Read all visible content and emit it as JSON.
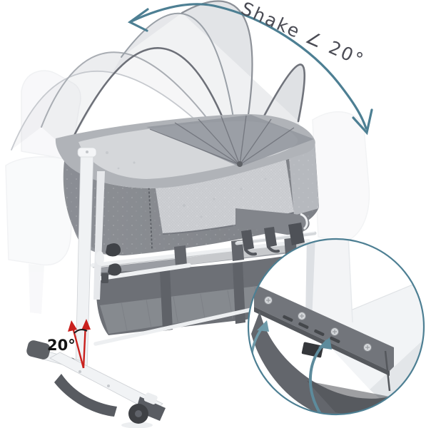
{
  "meta": {
    "description": "Product illustration of a grey bedside bassinet / baby crib demonstrating its 20-degree rocking (shake) function",
    "background": "#ffffff"
  },
  "annotations": {
    "shake_label": "Shake ∠ 20°",
    "tilt_angle_label": "20°",
    "top_arrow": "curved-double-headed-swing-arrow",
    "bottom_left_indicator": "red-arrows-tilt-angle-20-degrees",
    "inset_caption": "magnified-rocker-base-detail"
  },
  "colors": {
    "teal": "#4d7f93",
    "teal_light": "#6e9aa9",
    "red": "#c9201d",
    "label_dark": "#4a4b54",
    "angle_black": "#141414",
    "fabric_grey": "#85888e",
    "fabric_dark": "#7e8187",
    "mesh_grey": "#c7c9cd",
    "mattress_grey": "#d5d7da",
    "rim_grey": "#b0b3b8",
    "basket_grey": "#6d7076",
    "frame_white": "#f1f3f5",
    "rocker_grey": "#63666c",
    "wheel_grey": "#3f4145"
  },
  "product": {
    "name": "bedside bassinet with rocking base",
    "parts": [
      "mosquito-net-canopy-fan",
      "bassinet-rim",
      "mattress",
      "mesh-side-window",
      "zipper",
      "storage-basket",
      "frame-pole",
      "height-adjust-knobs",
      "folding-base-leg",
      "caster-wheel",
      "rocker-skid-plate",
      "ghost-swing-positions"
    ]
  },
  "inset": {
    "shape": "circle",
    "shows": "rocker base plate with screws, hinge slots and rocking skid",
    "arrows": "two curved teal arrows indicating rocking motion"
  }
}
